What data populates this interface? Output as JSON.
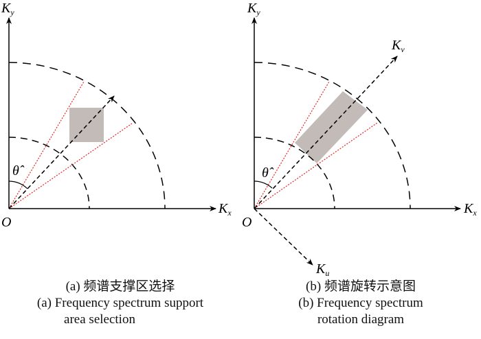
{
  "panel_a": {
    "axis_x": "K",
    "axis_x_sub": "x",
    "axis_y": "K",
    "axis_y_sub": "y",
    "origin": "O",
    "angle": "θ̂",
    "caption_cn": "(a) 频谱支撑区选择",
    "caption_en_1": "(a) Frequency spectrum support",
    "caption_en_2": "area selection"
  },
  "panel_b": {
    "axis_x": "K",
    "axis_x_sub": "x",
    "axis_y": "K",
    "axis_y_sub": "y",
    "axis_v": "K",
    "axis_v_sub": "v",
    "axis_u": "K",
    "axis_u_sub": "u",
    "origin": "O",
    "angle": "θ̂",
    "caption_cn": "(b) 频谱旋转示意图",
    "caption_en_1": "(b) Frequency spectrum",
    "caption_en_2": "rotation diagram"
  },
  "colors": {
    "region": "#c2bbb8",
    "sector": "#e8231c",
    "line": "#000000"
  }
}
